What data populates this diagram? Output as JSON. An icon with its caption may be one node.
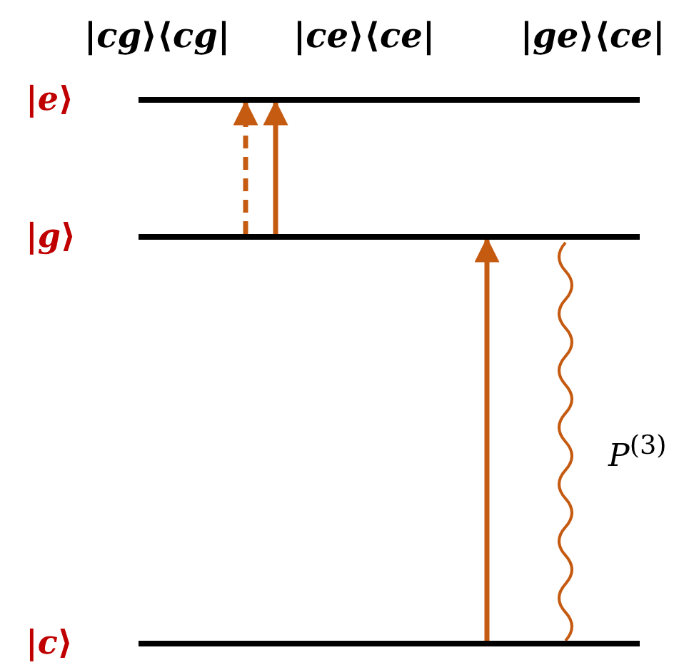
{
  "diagram": {
    "nodes": [
      {
        "text": [
          "|*e*⟩"
        ]
      },
      {
        "text": [
          "|*g*⟩"
        ]
      },
      {
        "text": [
          "|*c*⟩"
        ]
      }
    ],
    "edges": [
      {
        "from": 1,
        "to": 0,
        "arrow": "to",
        "style": "dashed"
      },
      {
        "from": 1,
        "to": 0,
        "arrow": "to"
      },
      {
        "from": 2,
        "to": 1,
        "arrow": "to"
      },
      {
        "from": 2,
        "to": 1,
        "arrow": "none",
        "label": "*P*$^{(3)}$",
        "color": "#c55a11"
      }
    ],
    "labels": [
      "|*cg*⟩⟨*cg*|",
      "|*ce*⟩⟨*ce*|",
      "|*ge*⟩⟨*ce*|"
    ]
  }
}
